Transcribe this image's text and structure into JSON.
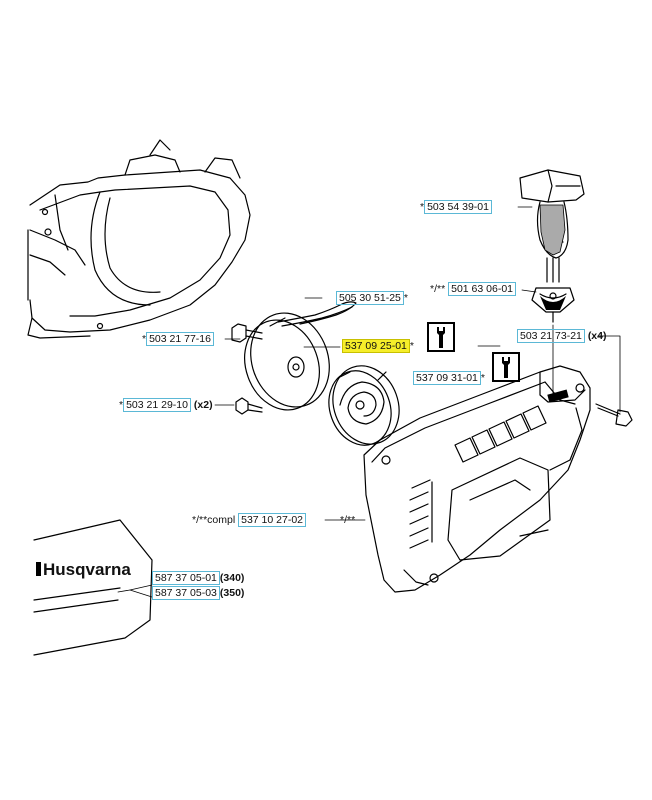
{
  "brand": "Husqvarna",
  "parts": {
    "starter_handle": {
      "prefix": "*",
      "number": "503 54 39-01",
      "suffix": ""
    },
    "rope_guide": {
      "prefix": "*/**",
      "number": "501 63 06-01",
      "suffix": ""
    },
    "screw_cover": {
      "prefix": "",
      "number": "503 21 73-21",
      "suffix": "",
      "qty": "(x4)"
    },
    "rope": {
      "prefix": "",
      "number": "505 30 51-25",
      "suffix": "*"
    },
    "bolt_pulley": {
      "prefix": "*",
      "number": "503 21 77-16",
      "suffix": ""
    },
    "pulley": {
      "prefix": "",
      "number": "537 09 25-01",
      "suffix": "*",
      "highlight_color": "#f6ee2a"
    },
    "spring_cassette": {
      "prefix": "",
      "number": "537 09 31-01",
      "suffix": "*"
    },
    "screw_spring": {
      "prefix": "*",
      "number": "503 21 29-10",
      "suffix": "",
      "qty": "(x2)"
    },
    "starter_complete": {
      "prefix": "*/**compl",
      "number": "537 10 27-02",
      "suffix": ""
    },
    "starter_cover_ref": "*/**",
    "decal_340": {
      "number": "587 37 05-01",
      "model": "(340)"
    },
    "decal_350": {
      "number": "587 37 05-03",
      "model": "(350)"
    }
  },
  "icons": {
    "tool": "wrench-icon"
  }
}
